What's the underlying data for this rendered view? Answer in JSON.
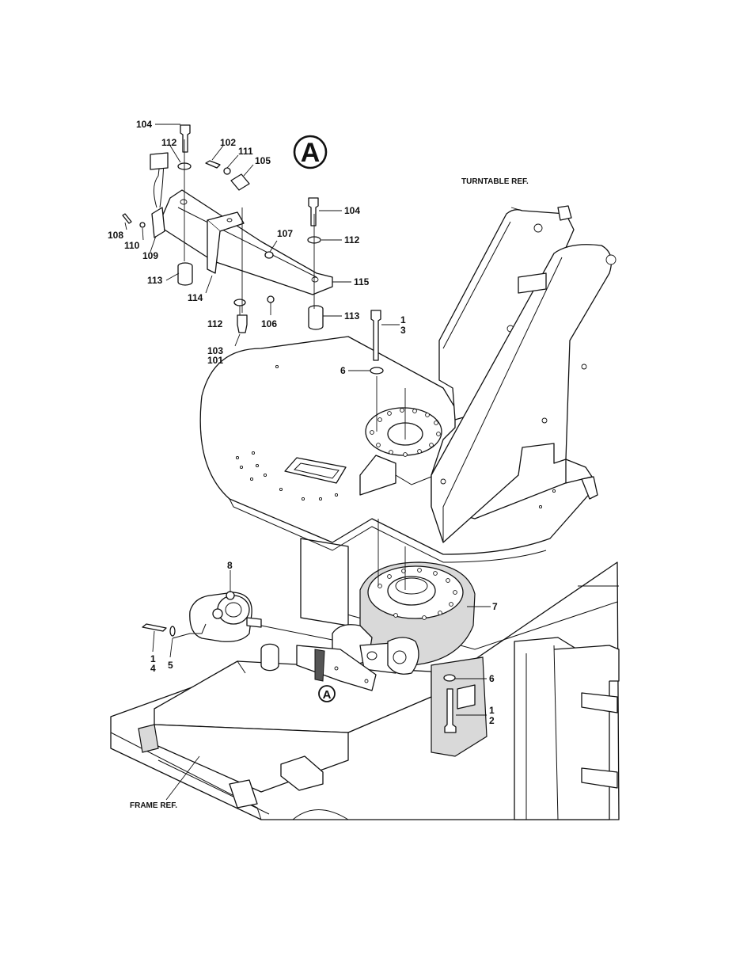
{
  "detail": {
    "label": "A",
    "mark_label": "A"
  },
  "references": {
    "turntable": "TURNTABLE REF.",
    "frame": "FRAME REF."
  },
  "callouts": [
    {
      "id": "c104a",
      "text": "104"
    },
    {
      "id": "c112a",
      "text": "112"
    },
    {
      "id": "c102",
      "text": "102"
    },
    {
      "id": "c111",
      "text": "111"
    },
    {
      "id": "c105",
      "text": "105"
    },
    {
      "id": "c108",
      "text": "108"
    },
    {
      "id": "c110",
      "text": "110"
    },
    {
      "id": "c109",
      "text": "109"
    },
    {
      "id": "c104b",
      "text": "104"
    },
    {
      "id": "c107",
      "text": "107"
    },
    {
      "id": "c112b",
      "text": "112"
    },
    {
      "id": "c115",
      "text": "115"
    },
    {
      "id": "c113a",
      "text": "113"
    },
    {
      "id": "c114",
      "text": "114"
    },
    {
      "id": "c113b",
      "text": "113"
    },
    {
      "id": "c112c",
      "text": "112"
    },
    {
      "id": "c106",
      "text": "106"
    },
    {
      "id": "c103",
      "text": "103"
    },
    {
      "id": "c101",
      "text": "101"
    },
    {
      "id": "c1a",
      "text": "1"
    },
    {
      "id": "c3",
      "text": "3"
    },
    {
      "id": "c6a",
      "text": "6"
    },
    {
      "id": "c8",
      "text": "8"
    },
    {
      "id": "c7",
      "text": "7"
    },
    {
      "id": "c1b",
      "text": "1"
    },
    {
      "id": "c4",
      "text": "4"
    },
    {
      "id": "c5",
      "text": "5"
    },
    {
      "id": "c6b",
      "text": "6"
    },
    {
      "id": "c1c",
      "text": "1"
    },
    {
      "id": "c2",
      "text": "2"
    }
  ]
}
